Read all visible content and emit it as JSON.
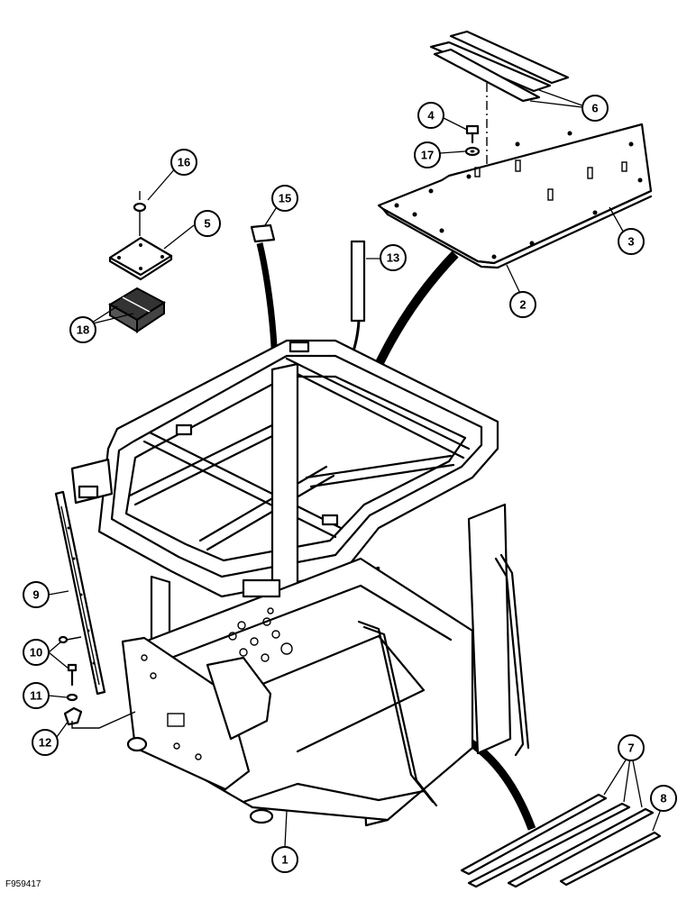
{
  "figure_id": "F959417",
  "callouts": [
    {
      "id": "c1",
      "label": "1"
    },
    {
      "id": "c2",
      "label": "2"
    },
    {
      "id": "c3",
      "label": "3"
    },
    {
      "id": "c4",
      "label": "4"
    },
    {
      "id": "c5",
      "label": "5"
    },
    {
      "id": "c6",
      "label": "6"
    },
    {
      "id": "c7",
      "label": "7"
    },
    {
      "id": "c8",
      "label": "8"
    },
    {
      "id": "c9",
      "label": "9"
    },
    {
      "id": "c10",
      "label": "10"
    },
    {
      "id": "c11",
      "label": "11"
    },
    {
      "id": "c12",
      "label": "12"
    },
    {
      "id": "c13",
      "label": "13"
    },
    {
      "id": "c15",
      "label": "15"
    },
    {
      "id": "c16",
      "label": "16"
    },
    {
      "id": "c17",
      "label": "17"
    },
    {
      "id": "c18",
      "label": "18"
    }
  ]
}
